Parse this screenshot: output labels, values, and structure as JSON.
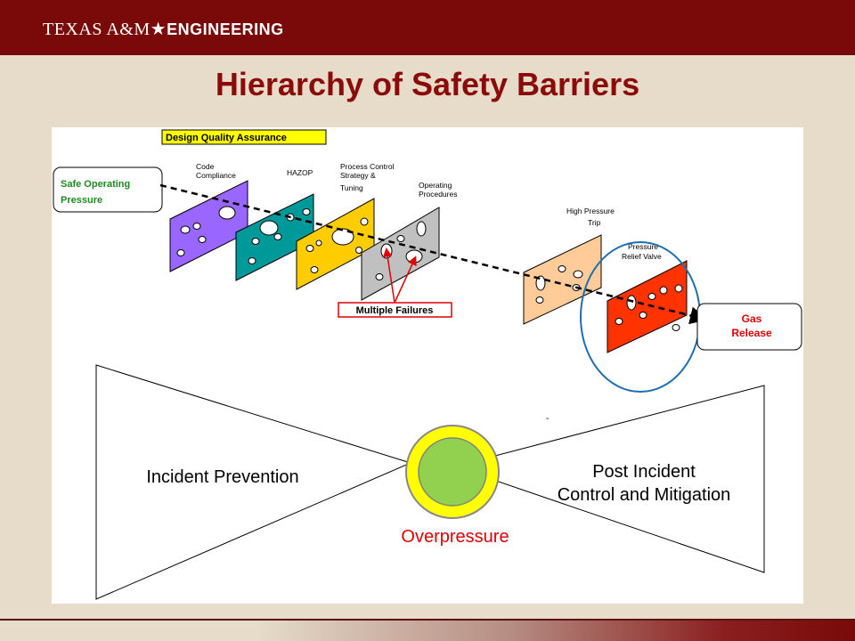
{
  "header": {
    "brand_serif": "TEXAS A&M",
    "brand_star": "★",
    "brand_bold": "ENGINEERING"
  },
  "title": "Hierarchy of Safety Barriers",
  "diagram": {
    "dqa_label": "Design Quality Assurance",
    "start_box": [
      "Safe Operating",
      "Pressure"
    ],
    "end_box": [
      "Gas",
      "Release"
    ],
    "barriers": [
      {
        "label": [
          "Code",
          "Compliance"
        ],
        "color": "#9966ff"
      },
      {
        "label": [
          "HAZOP"
        ],
        "color": "#009999"
      },
      {
        "label": [
          "Process Control",
          "Strategy &",
          "Tuning"
        ],
        "color": "#ffcc00"
      },
      {
        "label": [
          "Operating",
          "Procedures"
        ],
        "color": "#c0c0c0"
      },
      {
        "label": [
          "High Pressure",
          "Trip"
        ],
        "color": "#ffcc99"
      },
      {
        "label": [
          "Pressure",
          "Relief  Valve"
        ],
        "color": "#ff3300"
      }
    ],
    "failures_label": "Multiple Failures",
    "bowtie_left": "Incident Prevention",
    "bowtie_right": [
      "Post Incident",
      "Control and Mitigation"
    ],
    "center_label": "Overpressure",
    "dash_mark": "-"
  },
  "colors": {
    "brand": "#7a0a0a",
    "title": "#8b0a0a",
    "highlight_circle": "#1e6eb4",
    "failure_red": "#e00000",
    "center_outer": "#ffff00",
    "center_inner": "#92d050"
  }
}
